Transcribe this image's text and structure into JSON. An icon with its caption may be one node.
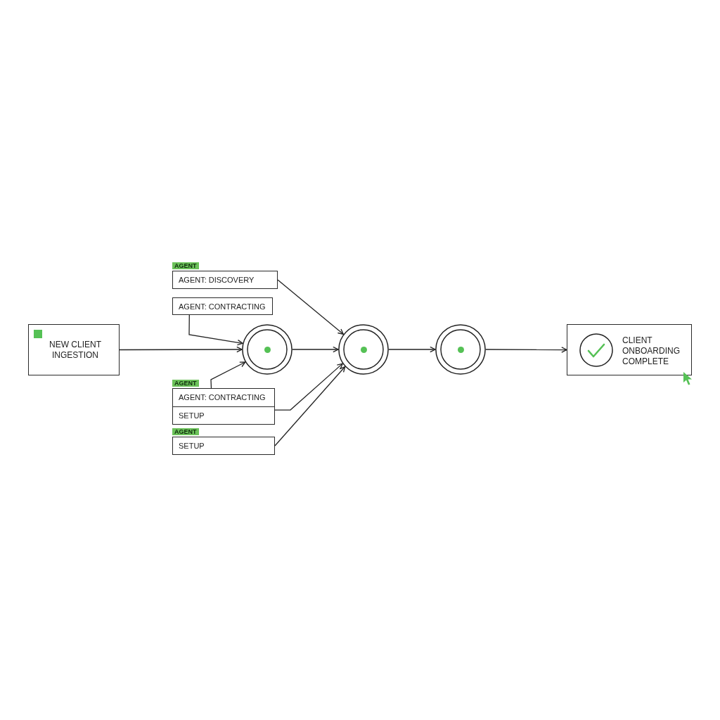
{
  "diagram": {
    "nodes": [
      {
        "text": [
          "NEW CLIENT INGESTION"
        ]
      },
      {
        "text": [
          "AGENT: DISCOVERY"
        ],
        "beside": [
          "AGENT"
        ]
      },
      {
        "text": [
          "AGENT: CONTRACTING"
        ]
      },
      {
        "text": [
          "AGENT: CONTRACTING",
          "SETUP"
        ],
        "beside": [
          "AGENT"
        ]
      },
      {
        "text": [
          "SETUP"
        ],
        "beside": [
          "AGENT"
        ]
      },
      {
        "text": [],
        "shape": "circle"
      },
      {
        "text": [],
        "shape": "circle"
      },
      {
        "text": [],
        "shape": "circle"
      },
      {
        "text": [
          "CLIENT ONBOARDING COMPLETE"
        ]
      }
    ],
    "edges": [
      {
        "from": 0,
        "to": 5,
        "arrow": "to"
      },
      {
        "from": 2,
        "to": 5,
        "arrow": "to"
      },
      {
        "from": 3,
        "to": 5,
        "arrow": "to"
      },
      {
        "from": 1,
        "to": 6,
        "arrow": "to"
      },
      {
        "from": 5,
        "to": 6,
        "arrow": "to"
      },
      {
        "from": 3,
        "to": 6,
        "arrow": "to"
      },
      {
        "from": 4,
        "to": 6,
        "arrow": "to"
      },
      {
        "from": 6,
        "to": 7,
        "arrow": "to"
      },
      {
        "from": 7,
        "to": 8,
        "arrow": "to"
      }
    ]
  }
}
